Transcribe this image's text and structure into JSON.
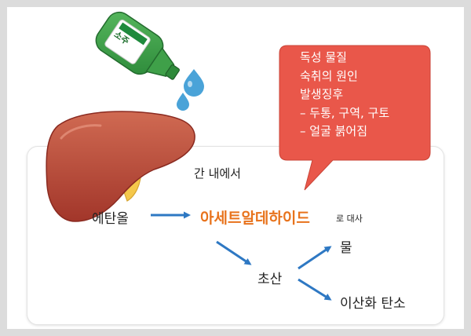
{
  "colors": {
    "liver": "#b8412f",
    "gallbladder": "#f5c84b",
    "bottle": "#3fa049",
    "drop": "#4aa3d8",
    "arrow": "#2e78c3",
    "bubble": "#e9574a",
    "highlight": "#e8731c"
  },
  "bottle": {
    "label": "소주"
  },
  "bubble": {
    "lines": [
      "독성 물질",
      "숙취의 원인",
      "발생징후",
      "– 두통, 구역, 구토",
      "– 얼굴 붉어짐"
    ]
  },
  "diagram": {
    "context": "간 내에서",
    "ethanol": "에탄올",
    "acetaldehyde": "아세트알데하이드",
    "acetaldehyde_suffix": "로 대사",
    "acetic_acid": "초산",
    "water": "물",
    "co2": "이산화 탄소"
  },
  "icons": [
    "soju-bottle-icon",
    "liver-icon",
    "drop-icon",
    "arrow-icon"
  ]
}
